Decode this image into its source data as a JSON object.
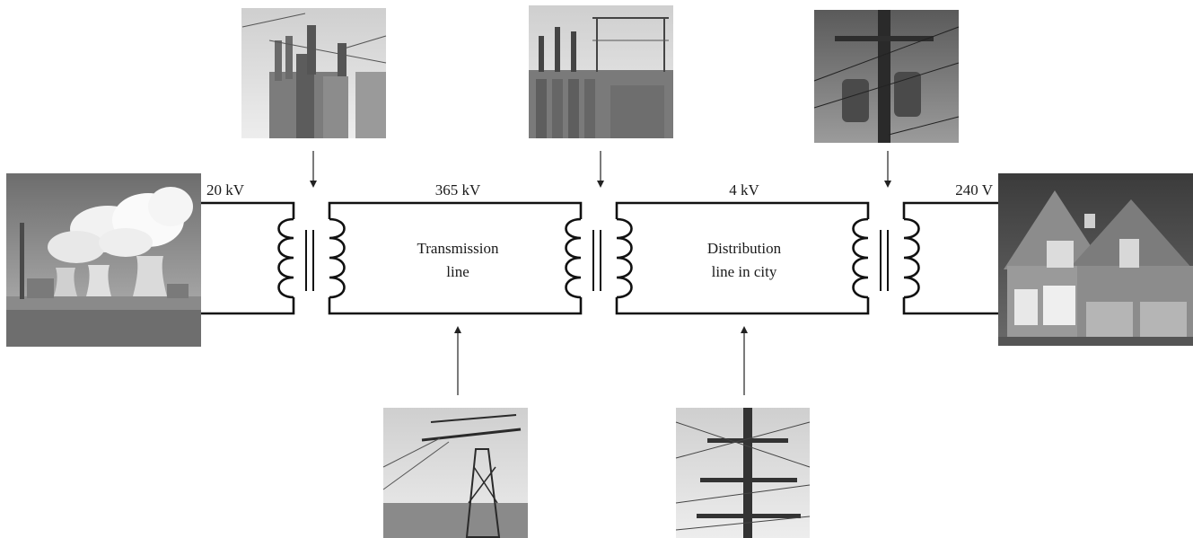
{
  "voltages": {
    "generation": "20 kV",
    "transmission": "365 kV",
    "distribution": "4 kV",
    "home": "240 V"
  },
  "segments": {
    "transmission": [
      "Transmission",
      "line"
    ],
    "distribution": [
      "Distribution",
      "line in city"
    ]
  },
  "photos": [
    "power-plant-photo",
    "step-up-transformer-photo",
    "substation-photo",
    "pole-transformer-photo",
    "house-photo",
    "transmission-tower-photo",
    "distribution-pole-photo"
  ]
}
